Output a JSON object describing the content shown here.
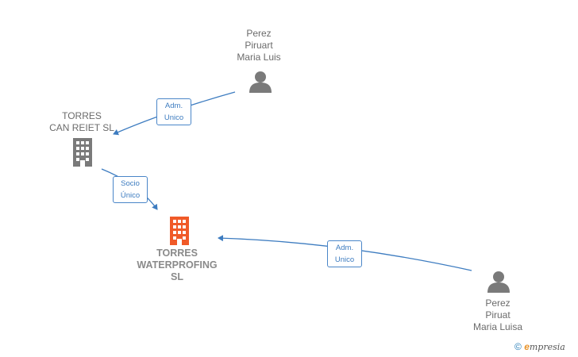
{
  "nodes": {
    "person_top": {
      "label": "Perez\nPiruart\nMaria Luis",
      "icon": "person-icon"
    },
    "company_left": {
      "label": "TORRES\nCAN REIET  SL",
      "icon": "building-icon"
    },
    "company_main": {
      "label": "TORRES\nWATERPROFING\nSL",
      "icon": "building-icon"
    },
    "person_right": {
      "label": "Perez\nPiruat\nMaria Luisa",
      "icon": "person-icon"
    }
  },
  "edges": {
    "top_to_left": {
      "label": "Adm.\nUnico"
    },
    "left_to_main": {
      "label": "Socio\nÚnico"
    },
    "right_to_main": {
      "label": "Adm.\nUnico"
    }
  },
  "colors": {
    "edge": "#3d7cc0",
    "company": "#7a7a7a",
    "main_company": "#f05a28",
    "person": "#7a7a7a"
  },
  "brand": {
    "copyright": "©",
    "e": "e",
    "name": "mpresia"
  }
}
